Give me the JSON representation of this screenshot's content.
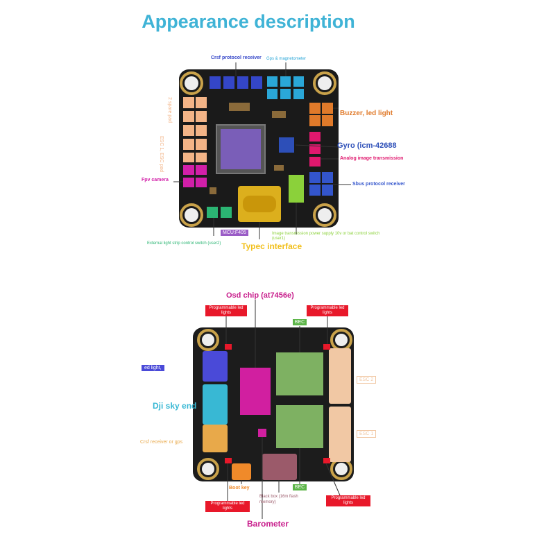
{
  "title": "Appearance description",
  "colors": {
    "title": "#3fb3d6",
    "board": "#1a1a1a",
    "crsf": "#3446c8",
    "gps": "#2aa7d8",
    "buzzer": "#e07a2a",
    "gyro": "#2d4fb8",
    "analog": "#e0186e",
    "fpv": "#d21fa8",
    "sbus": "#3355cc",
    "green": "#2bb573",
    "mcu": "#9a5cc6",
    "typec": "#f2c01e",
    "vtx_power": "#8bd13a",
    "red_tag": "#e8182a",
    "bec": "#5cb548",
    "barometer": "#c81e8c"
  },
  "top_board": {
    "labels": {
      "crsf": "Crsf protocol receiver",
      "gps": "Gps & magnetometer",
      "buzzer": "Buzzer, led light",
      "gyro": "Gyro (icm-42688",
      "analog": "Analog image transmission",
      "fpv": "Fpv camera",
      "sbus": "Sbus protocol receiver",
      "mcu": "MCU:F405",
      "typec": "Typec interface",
      "vtx_power": "Image transmission power supply 10v or bat control switch (user1)",
      "led_switch": "External light strip control switch (user2)",
      "esc_vertical": "ESC 1, ESC pad",
      "spare_pad": "2 spare pad"
    }
  },
  "bottom_board": {
    "labels": {
      "osd": "Osd chip (at7456e)",
      "prog_led": "Programmable led lights",
      "bec": "BEC",
      "led_light": "ed light,",
      "dji": "Dji sky end",
      "crsf_gps": "Crsf receiver or gps",
      "boot": "Boot key",
      "blackbox": "Black box (16m flash memory)",
      "barometer": "Barometer",
      "esc2": "ESC 2",
      "esc1": "ESC 1"
    }
  }
}
